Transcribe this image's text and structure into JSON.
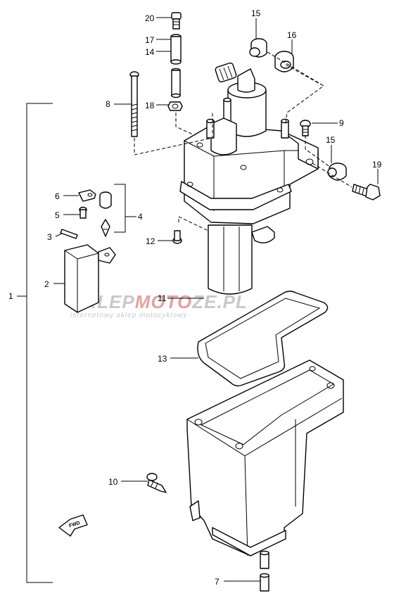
{
  "watermark": {
    "brand_a": "SKLEP",
    "brand_b": "MOTO",
    "brand_c": "ZE",
    "brand_d": ".PL",
    "tagline": "internetowy sklep motocyklowy",
    "color_gray": "#c8c8c8",
    "color_red": "#e8a0a0"
  },
  "fwd_label": "FWD",
  "callouts": [
    {
      "id": "1",
      "text": "1"
    },
    {
      "id": "2",
      "text": "2"
    },
    {
      "id": "3",
      "text": "3"
    },
    {
      "id": "4",
      "text": "4"
    },
    {
      "id": "5",
      "text": "5"
    },
    {
      "id": "6",
      "text": "6"
    },
    {
      "id": "7",
      "text": "7"
    },
    {
      "id": "8",
      "text": "8"
    },
    {
      "id": "9",
      "text": "9"
    },
    {
      "id": "10",
      "text": "10"
    },
    {
      "id": "11",
      "text": "11"
    },
    {
      "id": "12",
      "text": "12"
    },
    {
      "id": "13",
      "text": "13"
    },
    {
      "id": "14",
      "text": "14"
    },
    {
      "id": "15a",
      "text": "15"
    },
    {
      "id": "15b",
      "text": "15"
    },
    {
      "id": "16",
      "text": "16"
    },
    {
      "id": "17",
      "text": "17"
    },
    {
      "id": "18",
      "text": "18"
    },
    {
      "id": "19",
      "text": "19"
    },
    {
      "id": "20",
      "text": "20"
    }
  ]
}
